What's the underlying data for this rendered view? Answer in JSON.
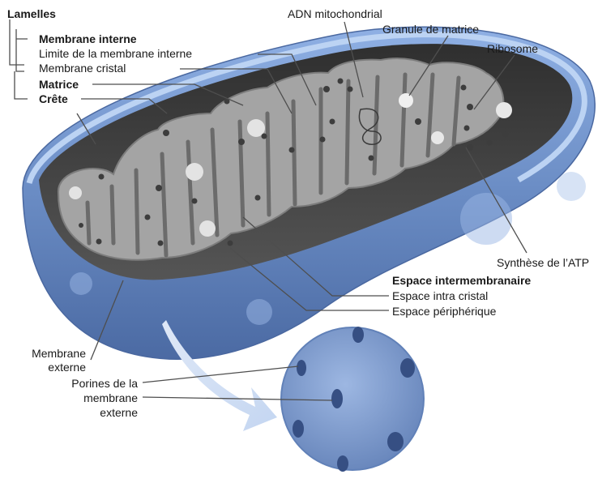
{
  "colors": {
    "outer_membrane": "#5d7fb5",
    "outer_membrane_light": "#a8c4ee",
    "inner_cavity": "#3c3c3c",
    "cristae": "#9a9a9a",
    "cristae_light": "#b9b9b9",
    "label_text": "#1a1a1a",
    "leader_line": "#555555"
  },
  "labels": {
    "lamelles": "Lamelles",
    "membrane_interne": "Membrane interne",
    "limite_membrane_interne": "Limite de la membrane interne",
    "membrane_cristal": "Membrane cristal",
    "matrice": "Matrice",
    "crete": "Crête",
    "adn": "ADN mitochondrial",
    "granule": "Granule de matrice",
    "ribosome": "Ribosome",
    "synthese_atp": "Synthèse de l’ATP",
    "espace_intermembranaire": "Espace intermembranaire",
    "espace_intra_cristal": "Espace intra cristal",
    "espace_peripherique": "Espace périphérique",
    "membrane_externe_1": "Membrane",
    "membrane_externe_2": "externe",
    "porines_1": "Porines de la",
    "porines_2": "membrane",
    "porines_3": "externe"
  }
}
